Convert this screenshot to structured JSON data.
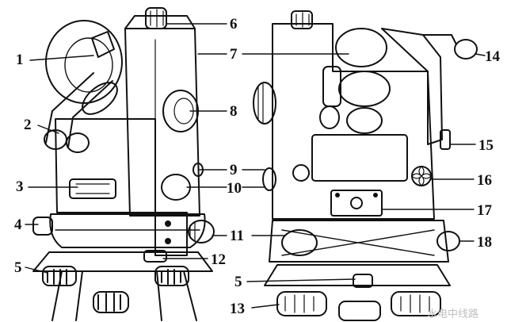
{
  "left_view": {
    "callouts": [
      {
        "id": "c1",
        "text": "1"
      },
      {
        "id": "c2",
        "text": "2"
      },
      {
        "id": "c3",
        "text": "3"
      },
      {
        "id": "c4",
        "text": "4"
      },
      {
        "id": "c5",
        "text": "5"
      },
      {
        "id": "c6",
        "text": "6"
      },
      {
        "id": "c7",
        "text": "7"
      },
      {
        "id": "c8",
        "text": "8"
      },
      {
        "id": "c9",
        "text": "9"
      },
      {
        "id": "c10",
        "text": "10"
      },
      {
        "id": "c11",
        "text": "11"
      },
      {
        "id": "c12",
        "text": "12"
      }
    ]
  },
  "right_view": {
    "callouts": [
      {
        "id": "c14",
        "text": "14"
      },
      {
        "id": "c15",
        "text": "15"
      },
      {
        "id": "c16",
        "text": "16"
      },
      {
        "id": "c17",
        "text": "17"
      },
      {
        "id": "c18",
        "text": "18"
      },
      {
        "id": "c5b",
        "text": "5"
      },
      {
        "id": "c13",
        "text": "13"
      }
    ]
  },
  "watermark": {
    "text": "水电中线路"
  },
  "colors": {
    "ink": "#111111",
    "paper": "#ffffff",
    "watermark": "#c0c0c0"
  }
}
